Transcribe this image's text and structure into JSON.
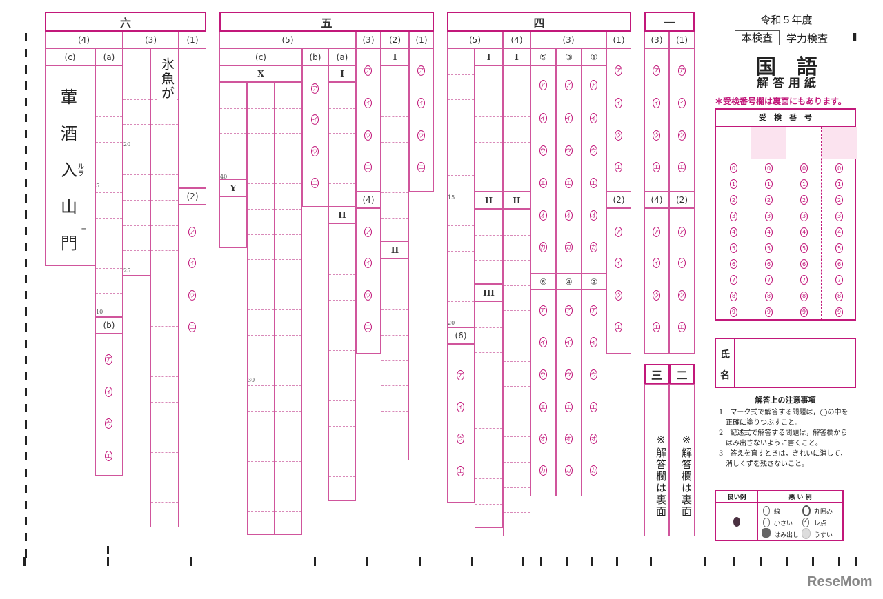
{
  "choices": [
    "ア",
    "イ",
    "ウ",
    "エ",
    "オ",
    "カ"
  ],
  "six": {
    "title": "六",
    "q4": "(4)",
    "q3": "(3)",
    "q1": "(1)",
    "q2": "(2)",
    "c": "(c)",
    "a": "(a)",
    "b": "(b)",
    "kanbun": [
      "葷",
      "酒",
      "入",
      "山",
      "門"
    ],
    "okurigana": [
      "ルヲ",
      "ニ"
    ],
    "answer_start": "氷魚が",
    "marks": [
      "5",
      "10",
      "20",
      "25"
    ]
  },
  "five": {
    "title": "五",
    "q5": "(5)",
    "q3": "(3)",
    "q2": "(2)",
    "q1": "(1)",
    "q4": "(4)",
    "c": "(c)",
    "b": "(b)",
    "a": "(a)",
    "x": "X",
    "y": "Y",
    "roman1": "I",
    "roman2": "II",
    "marks": [
      "40",
      "30"
    ]
  },
  "four": {
    "title": "四",
    "q5": "(5)",
    "q4": "(4)",
    "q3": "(3)",
    "q1": "(1)",
    "q2": "(2)",
    "q6": "(6)",
    "roman1": "I",
    "roman2": "II",
    "roman3": "III",
    "s5": "⑤",
    "s3": "③",
    "s1": "①",
    "s6": "⑥",
    "s4": "④",
    "s2": "②",
    "marks": [
      "15",
      "20"
    ]
  },
  "one": {
    "title": "一",
    "q3": "(3)",
    "q1": "(1)",
    "q4": "(4)",
    "q2": "(2)"
  },
  "three": {
    "title": "三",
    "note": "※解答欄は裏面"
  },
  "two": {
    "title": "二",
    "note": "※解答欄は裏面"
  },
  "header": {
    "year": "令和５年度",
    "exam_type": "本検査",
    "exam_name": "学力検査",
    "marker": "I",
    "subject": "国　語",
    "sheet": "解 答 用 紙",
    "notice": "＊受検番号欄は裏面にもあります。"
  },
  "exam_number": {
    "label": "受　検　番　号",
    "digits": [
      "0",
      "1",
      "2",
      "3",
      "4",
      "5",
      "6",
      "7",
      "8",
      "9"
    ]
  },
  "name_box": {
    "label1": "氏",
    "label2": "名"
  },
  "instructions": {
    "title": "解答上の注意事項",
    "items": [
      "1　マーク式で解答する問題は，◯の中を",
      "　正確に塗りつぶすこと。",
      "2　記述式で解答する問題は，解答欄から",
      "　はみ出さないように書くこと。",
      "3　答えを直すときは，きれいに消して，",
      "　消しくずを残さないこと。"
    ]
  },
  "examples": {
    "good": "良い例",
    "bad": "悪 い 例",
    "line": "線",
    "small": "小さい",
    "overflow": "はみ出し",
    "circled": "丸囲み",
    "check": "レ点",
    "faint": "うすい"
  },
  "watermark": "ReseMom"
}
